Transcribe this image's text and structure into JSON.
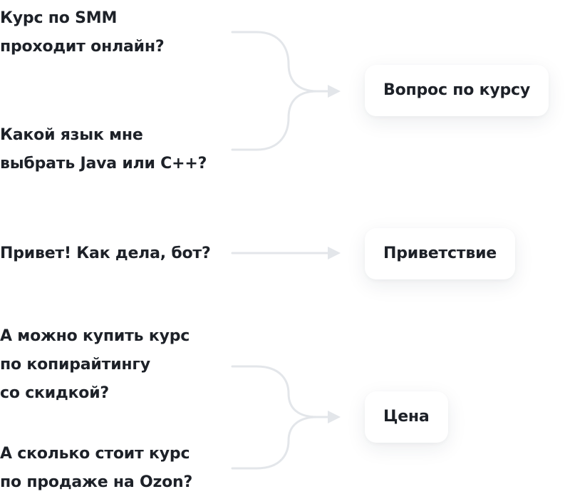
{
  "groups": [
    {
      "category": "Вопрос по курсу",
      "questions": [
        [
          "Курс по SMM",
          "проходит онлайн?"
        ],
        [
          "Какой язык мне",
          "выбрать Java или C++?"
        ]
      ]
    },
    {
      "category": "Приветствие",
      "questions": [
        [
          "Привет! Как дела, бот?"
        ]
      ]
    },
    {
      "category": "Цена",
      "questions": [
        [
          "А можно купить курс",
          "по копирайтингу",
          "со скидкой?"
        ],
        [
          "А сколько стоит курс",
          "по продаже на Ozon?"
        ]
      ]
    }
  ],
  "colors": {
    "text": "#1d2128",
    "connector": "#e3e6ea",
    "card_background": "#ffffff"
  }
}
